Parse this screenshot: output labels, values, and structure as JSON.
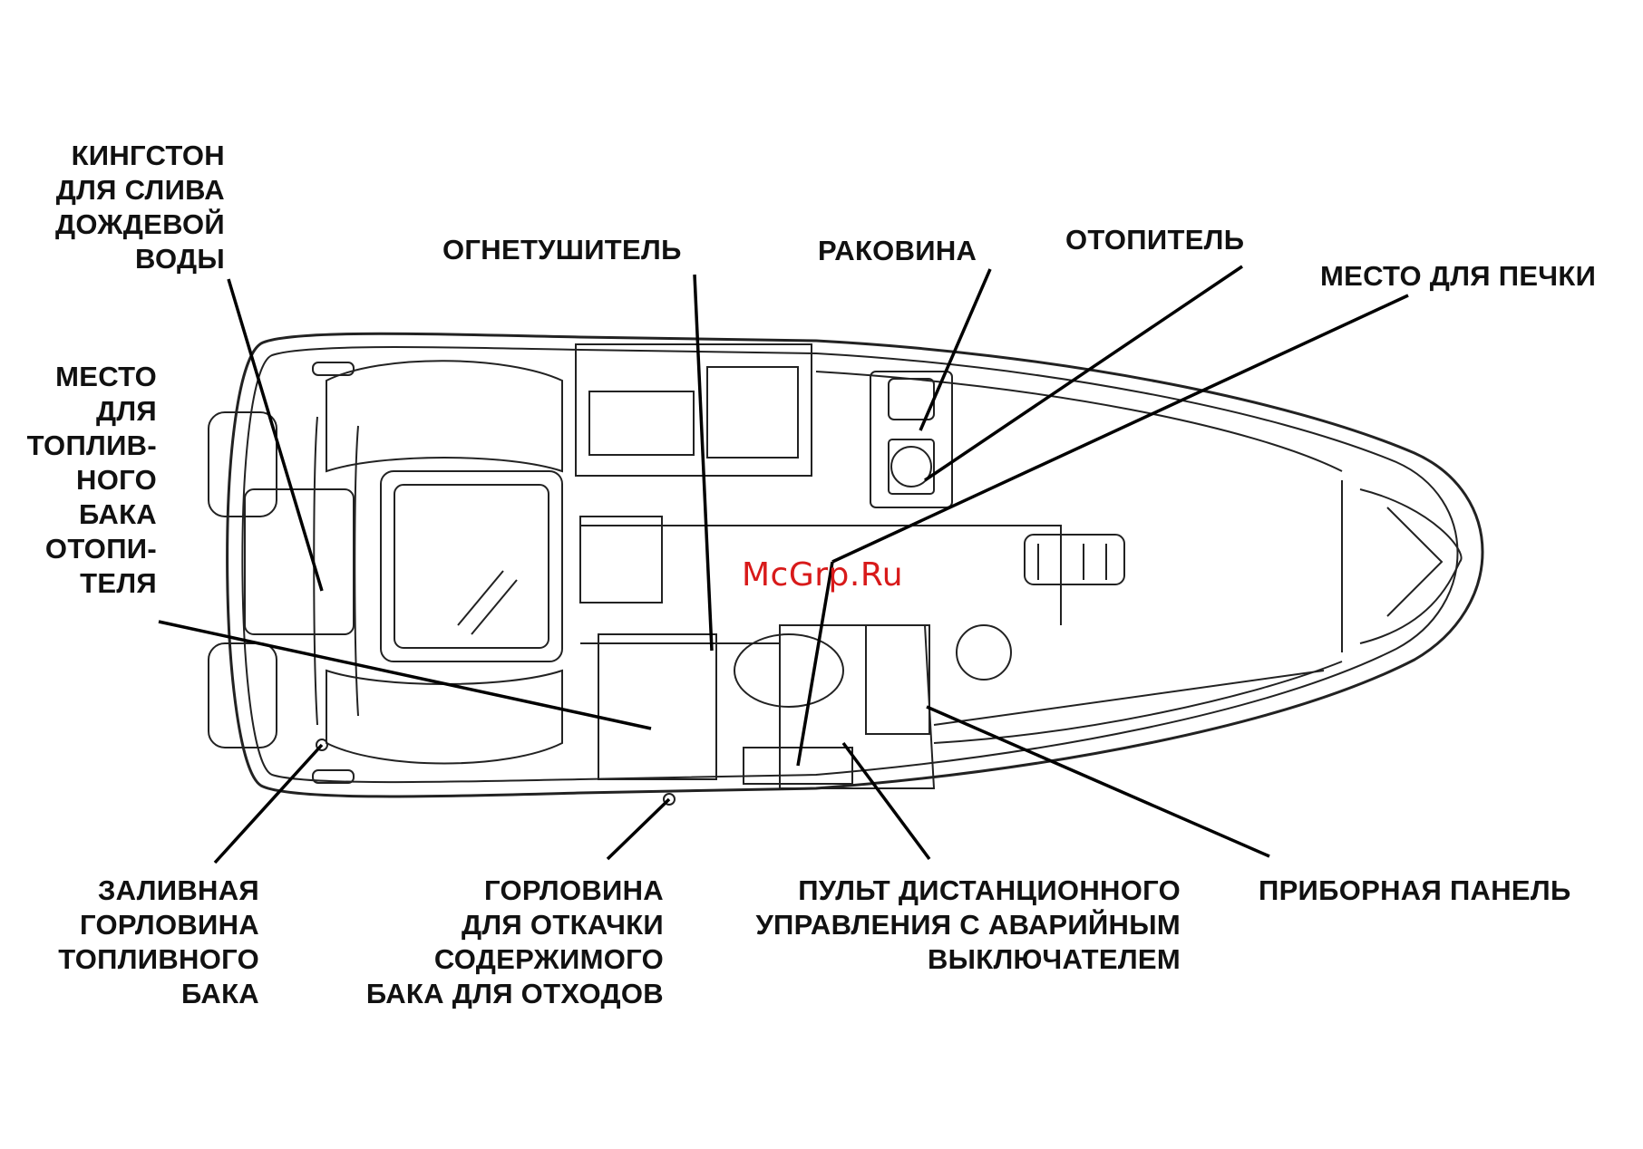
{
  "labels": {
    "kingston": [
      "КИНГСТОН",
      "ДЛЯ СЛИВА",
      "ДОЖДЕВОЙ",
      "ВОДЫ"
    ],
    "heater_tank": [
      "МЕСТО",
      "ДЛЯ",
      "ТОПЛИВ-",
      "НОГО",
      "БАКА",
      "ОТОПИ-",
      "ТЕЛЯ"
    ],
    "extinguisher": [
      "ОГНЕТУШИТЕЛЬ"
    ],
    "sink": [
      "РАКОВИНА"
    ],
    "heater": [
      "ОТОПИТЕЛЬ"
    ],
    "stove_place": [
      "МЕСТО ДЛЯ ПЕЧКИ"
    ],
    "fuel_filler": [
      "ЗАЛИВНАЯ",
      "ГОРЛОВИНА",
      "ТОПЛИВНОГО",
      "БАКА"
    ],
    "waste_pumpout": [
      "ГОРЛОВИНА",
      "ДЛЯ ОТКАЧКИ",
      "СОДЕРЖИМОГО",
      "БАКА ДЛЯ ОТХОДОВ"
    ],
    "remote_control": [
      "ПУЛЬТ ДИСТАНЦИОННОГО",
      "УПРАВЛЕНИЯ С АВАРИЙНЫМ",
      "ВЫКЛЮЧАТЕЛЕМ"
    ],
    "instrument_panel": [
      "ПРИБОРНАЯ ПАНЕЛЬ"
    ]
  },
  "watermark": "McGrp.Ru"
}
